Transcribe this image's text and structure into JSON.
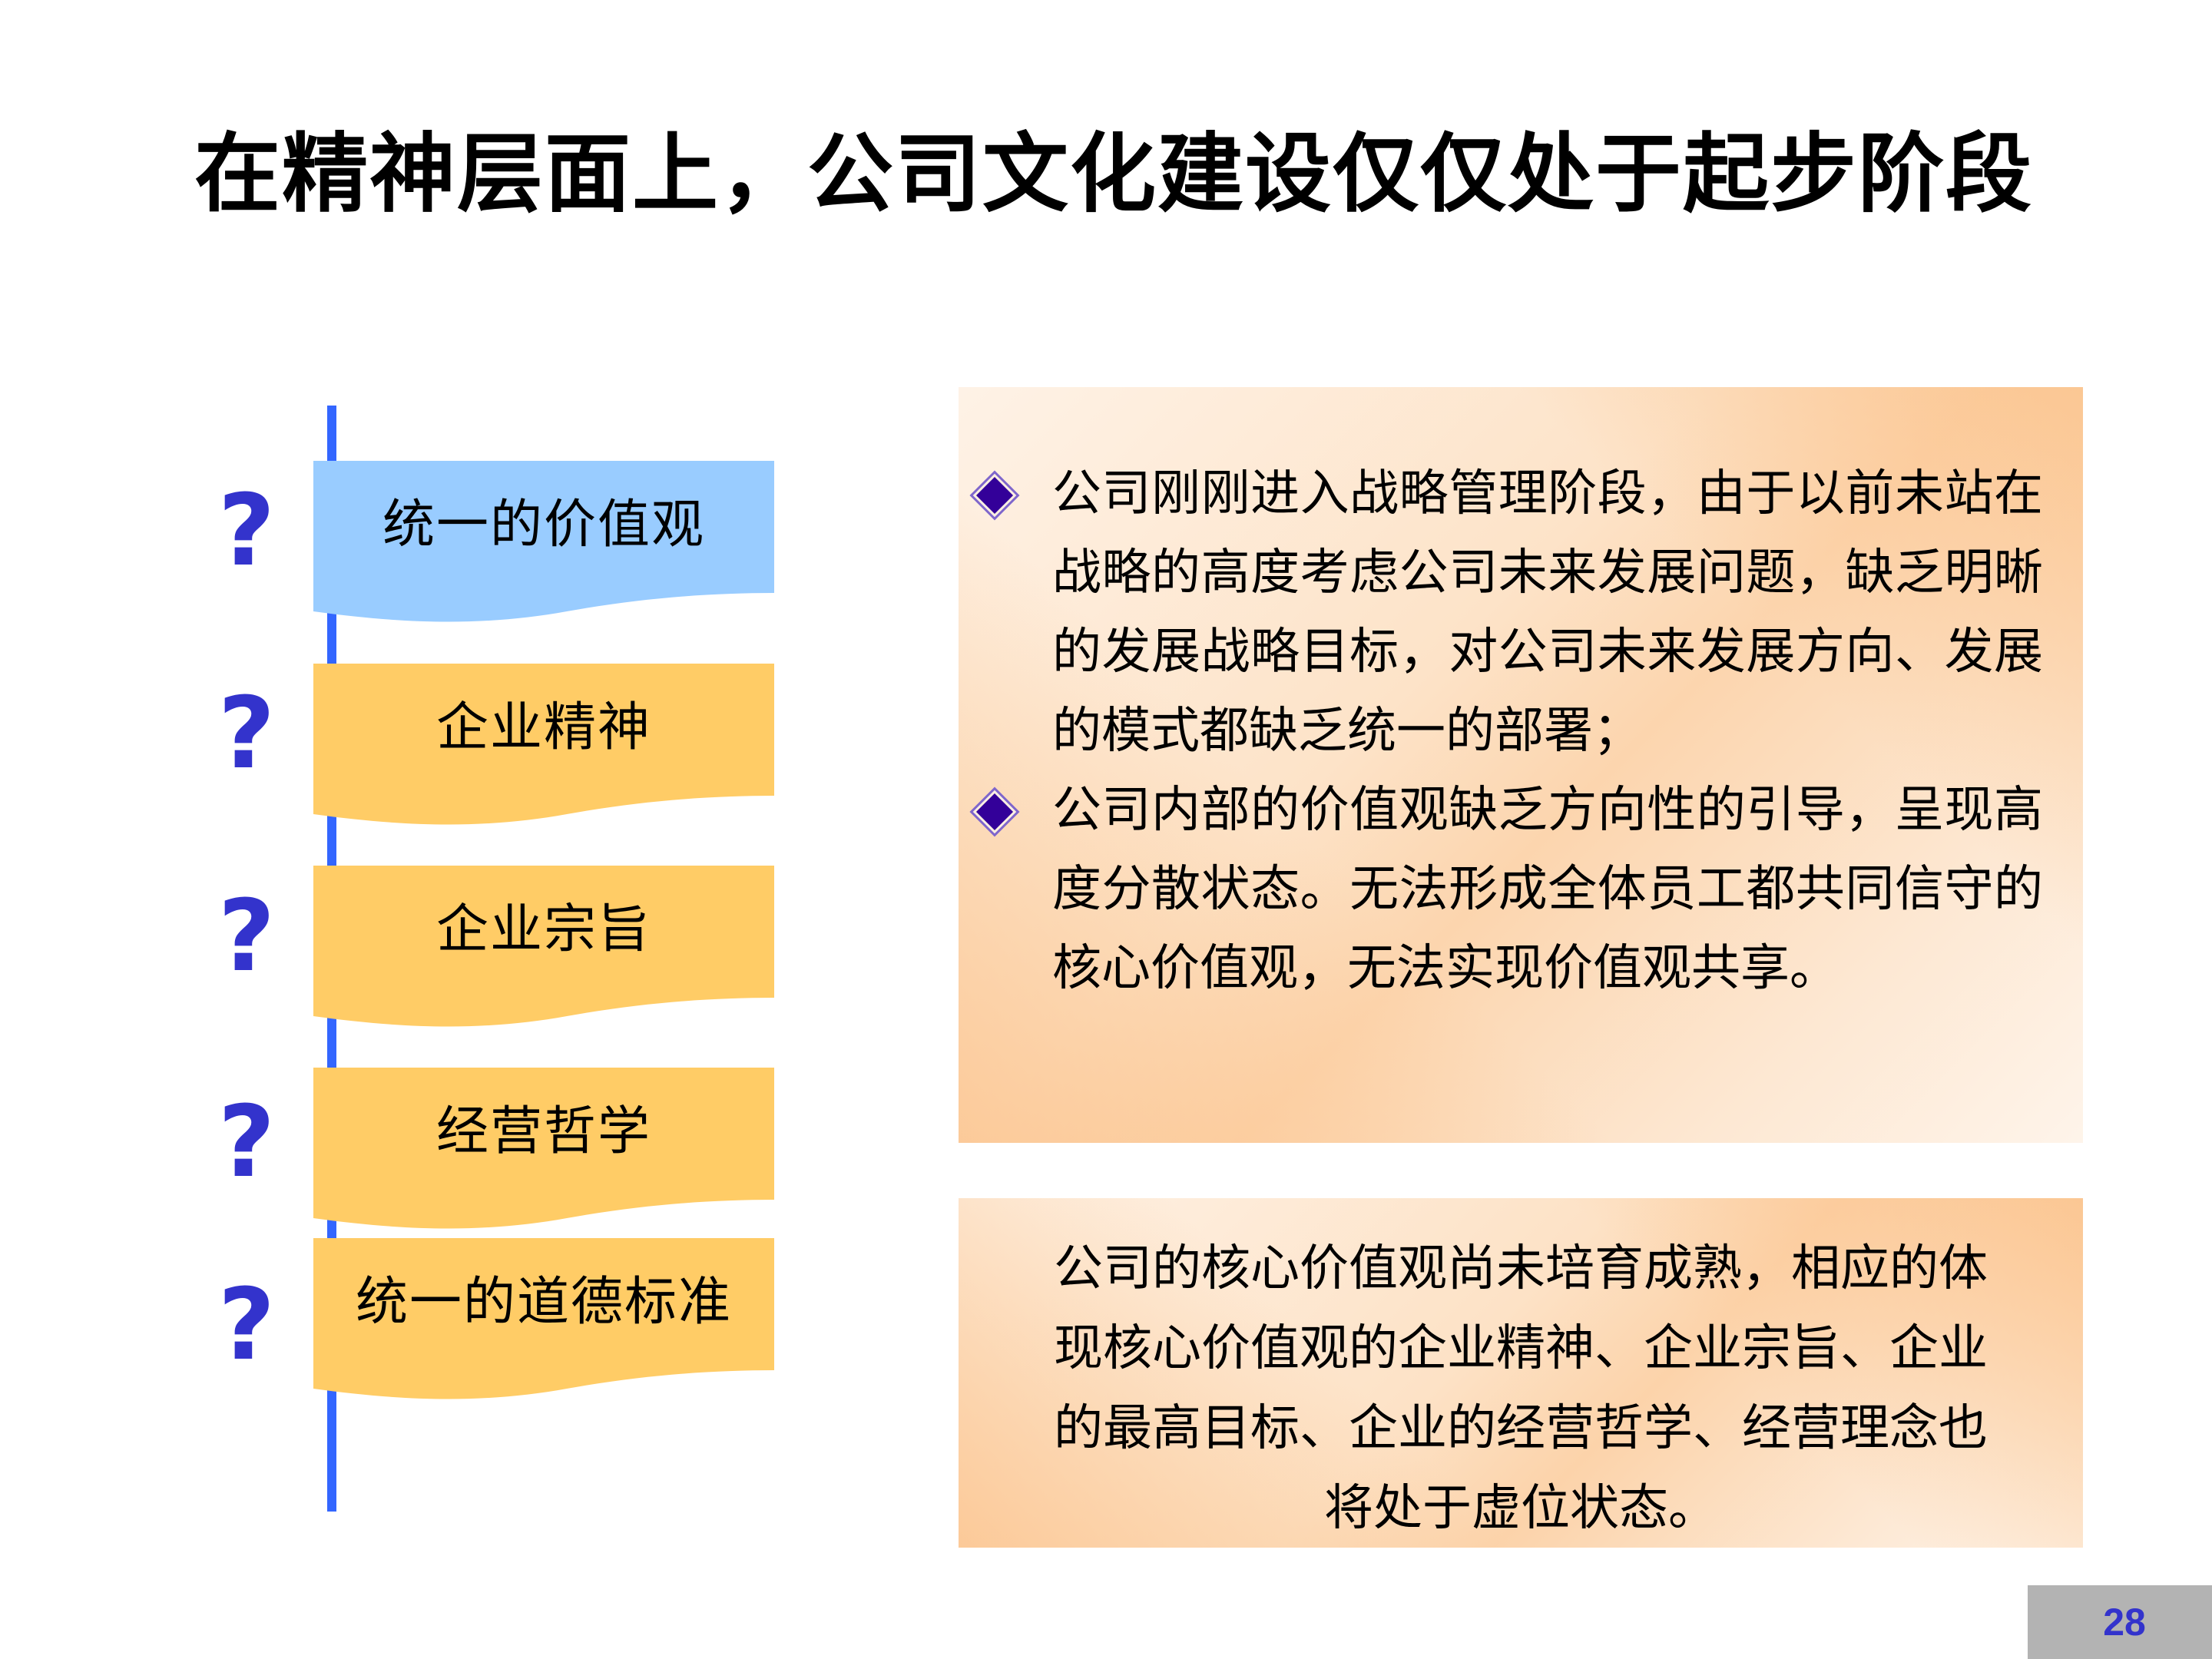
{
  "slide": {
    "title": "在精神层面上，公司文化建设仅仅处于起步阶段",
    "page_number": "28"
  },
  "colors": {
    "timeline_line": "#3366FF",
    "question_mark": "#3333CC",
    "step_active": "#99CCFF",
    "step_default": "#FFCC66",
    "bullet_diamond": "#330099",
    "panel_light": "#FEF2E6",
    "panel_peach": "#FBC590",
    "page_number_bg": "#B3B3B3",
    "page_number_text": "#3333CC"
  },
  "steps": [
    {
      "marker": "?",
      "label": "统一的价值观",
      "state": "highlighted"
    },
    {
      "marker": "?",
      "label": "企业精神",
      "state": "default"
    },
    {
      "marker": "?",
      "label": "企业宗旨",
      "state": "default"
    },
    {
      "marker": "?",
      "label": "经营哲学",
      "state": "default"
    },
    {
      "marker": "?",
      "label": "统一的道德标准",
      "state": "default"
    }
  ],
  "panel_1": {
    "bullet_icon": "diamond-bullet-icon",
    "bullets": [
      "公司刚刚进入战略管理阶段，由于以前未站在战略的高度考虑公司未来发展问题，缺乏明晰的发展战略目标，对公司未来发展方向、发展的模式都缺乏统一的部署；",
      "公司内部的价值观缺乏方向性的引导，呈现高度分散状态。无法形成全体员工都共同信守的核心价值观，无法实现价值观共享。"
    ]
  },
  "panel_2": {
    "lines": [
      "公司的核心价值观尚未培育成熟，相应的体",
      "现核心价值观的企业精神、企业宗旨、企业",
      "的最高目标、企业的经营哲学、经营理念也",
      "将处于虚位状态。"
    ]
  }
}
